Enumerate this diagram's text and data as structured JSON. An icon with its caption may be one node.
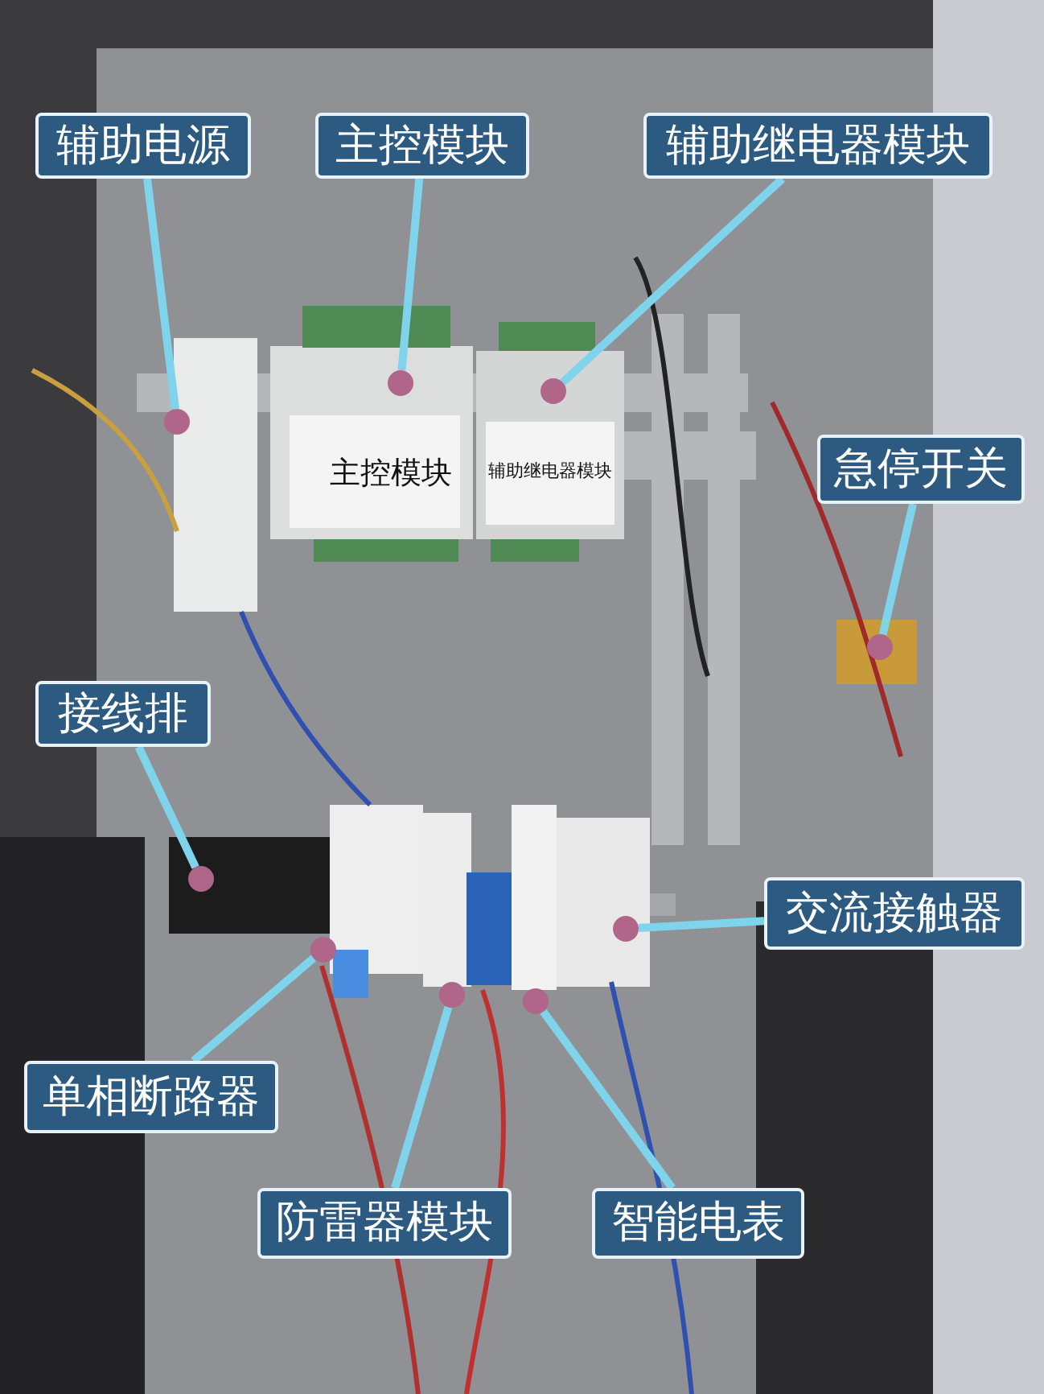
{
  "diagram": {
    "nodes": [
      {
        "text": [
          "辅助电源"
        ]
      },
      {
        "text": [
          "主控模块"
        ]
      },
      {
        "text": [
          "辅助继电器模块"
        ]
      },
      {
        "text": [
          "急停开关"
        ]
      },
      {
        "text": [
          "接线排"
        ]
      },
      {
        "text": [
          "交流接触器"
        ]
      },
      {
        "text": [
          "单相断路器"
        ]
      },
      {
        "text": [
          "防雷器模块"
        ]
      },
      {
        "text": [
          "智能电表"
        ]
      },
      {
        "text": [],
        "shape": "circle"
      },
      {
        "text": [],
        "shape": "circle"
      },
      {
        "text": [],
        "shape": "circle"
      },
      {
        "text": [],
        "shape": "circle"
      },
      {
        "text": [],
        "shape": "circle"
      },
      {
        "text": [],
        "shape": "circle"
      },
      {
        "text": [],
        "shape": "circle"
      },
      {
        "text": [],
        "shape": "circle"
      },
      {
        "text": [],
        "shape": "circle"
      }
    ],
    "edges": [
      {
        "from": 0,
        "to": 9,
        "arrow": "none"
      },
      {
        "from": 1,
        "to": 10,
        "arrow": "none"
      },
      {
        "from": 2,
        "to": 11,
        "arrow": "none"
      },
      {
        "from": 3,
        "to": 12,
        "arrow": "none"
      },
      {
        "from": 4,
        "to": 13,
        "arrow": "none"
      },
      {
        "from": 5,
        "to": 14,
        "arrow": "none"
      },
      {
        "from": 6,
        "to": 15,
        "arrow": "none"
      },
      {
        "from": 7,
        "to": 16,
        "arrow": "none"
      },
      {
        "from": 8,
        "to": 17,
        "arrow": "none"
      }
    ],
    "labels": [
      "主控模块",
      "辅助继电器模块"
    ]
  }
}
